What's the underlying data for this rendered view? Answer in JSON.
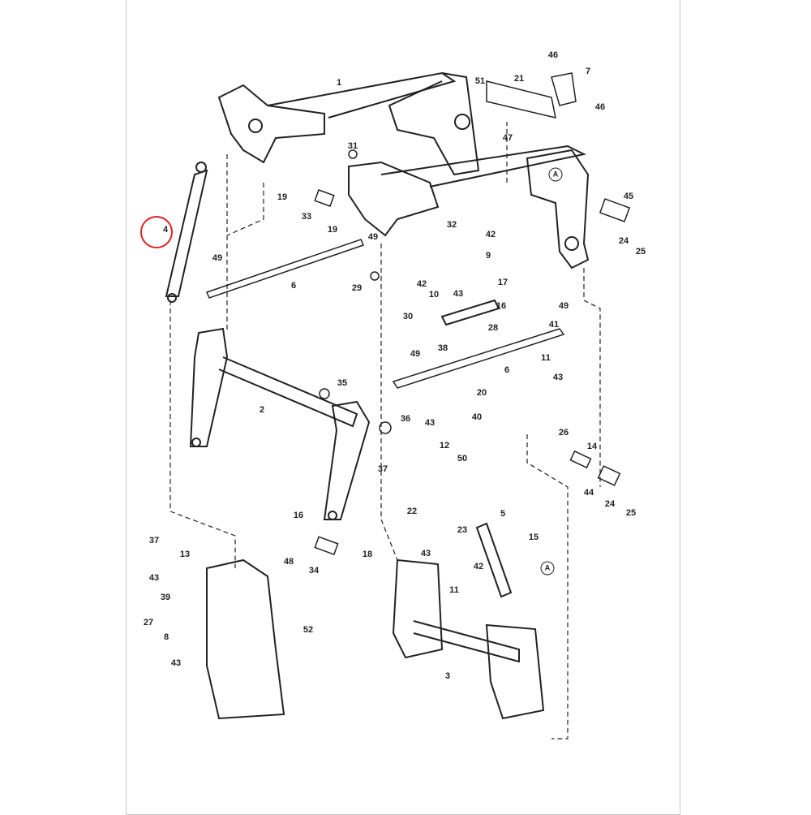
{
  "diagram": {
    "highlighted_part": "4",
    "highlight_color": "#dd2222",
    "callouts": [
      "1",
      "46",
      "7",
      "51",
      "21",
      "46",
      "47",
      "31",
      "19",
      "33",
      "19",
      "A",
      "45",
      "32",
      "42",
      "9",
      "24",
      "25",
      "4",
      "49",
      "49",
      "6",
      "29",
      "42",
      "10",
      "43",
      "17",
      "30",
      "16",
      "49",
      "28",
      "41",
      "38",
      "49",
      "11",
      "6",
      "43",
      "35",
      "20",
      "2",
      "40",
      "36",
      "43",
      "26",
      "12",
      "14",
      "50",
      "37",
      "44",
      "24",
      "25",
      "22",
      "5",
      "23",
      "16",
      "15",
      "37",
      "13",
      "43",
      "42",
      "48",
      "18",
      "34",
      "A",
      "43",
      "11",
      "39",
      "27",
      "8",
      "52",
      "43",
      "3"
    ]
  }
}
